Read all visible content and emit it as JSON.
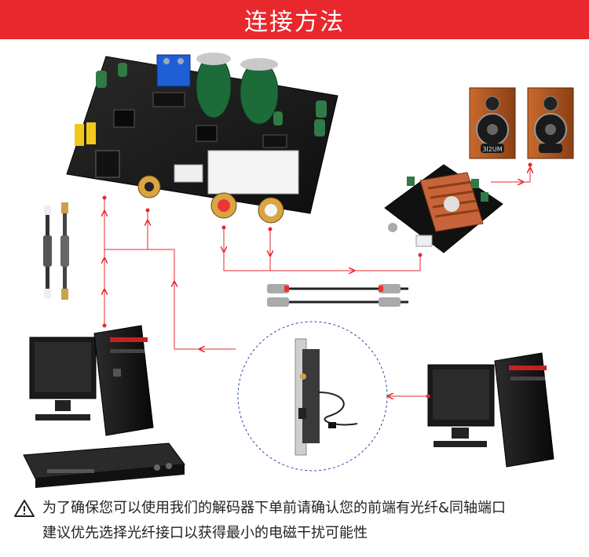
{
  "header": {
    "title": "连接方法"
  },
  "warning": {
    "line1": "为了确保您可以使用我们的解码器下单前请确认您的前端有光纤&同轴端口",
    "line2": "建议优先选择光纤接口以获得最小的电磁干扰可能性"
  },
  "speaker_brand": "3I2UM",
  "colors": {
    "banner": "#e8282c",
    "arrow": "#e8282c",
    "board": "#1a1a1a",
    "copper": "#c8643c"
  },
  "icons": [
    "warning-icon"
  ]
}
